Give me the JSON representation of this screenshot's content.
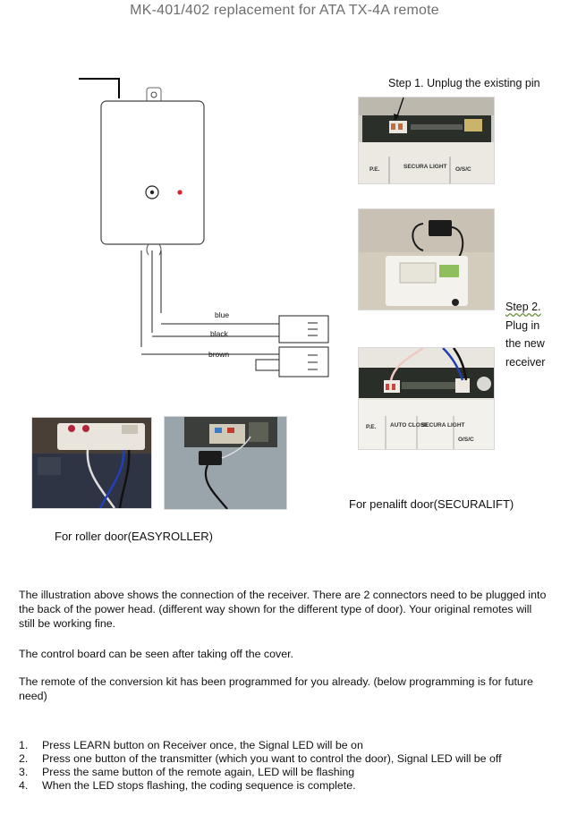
{
  "title": "MK-401/402 replacement for ATA TX-4A remote",
  "diagram": {
    "wire_labels": [
      "blue",
      "black",
      "brown"
    ]
  },
  "step1": {
    "label": "Step 1. Unplug the existing pin",
    "board_labels": [
      "P.E.",
      "SECURA LIGHT",
      "O/S/C"
    ]
  },
  "step2": {
    "lines": [
      "Step 2.",
      "Plug in",
      "the new",
      "receiver"
    ],
    "board_labels": [
      "P.E.",
      "AUTO CLOSE",
      "SECURA LIGHT",
      "O/S/C"
    ]
  },
  "captions": {
    "securalift": "For penalift door(SECURALIFT)",
    "easyroller": "For roller door(EASYROLLER)"
  },
  "paragraphs": [
    "The illustration above shows the connection of the receiver. There are 2 connectors need to be plugged into the back of the power head. (different way shown for the different type of door). Your original remotes will still be working fine.",
    "The control board can be seen after taking off the cover.",
    "The remote of the conversion kit has been programmed for you already. (below programming is for future need)"
  ],
  "steps": [
    {
      "num": "1.",
      "text": "Press LEARN button on Receiver once, the Signal LED will be on"
    },
    {
      "num": "2.",
      "text": "Press one button of the transmitter (which you want to control the door), Signal LED will be off"
    },
    {
      "num": "3.",
      "text": "Press the same button of the remote again, LED will be flashing"
    },
    {
      "num": "4.",
      "text": " When the LED stops flashing, the coding sequence is complete."
    }
  ]
}
